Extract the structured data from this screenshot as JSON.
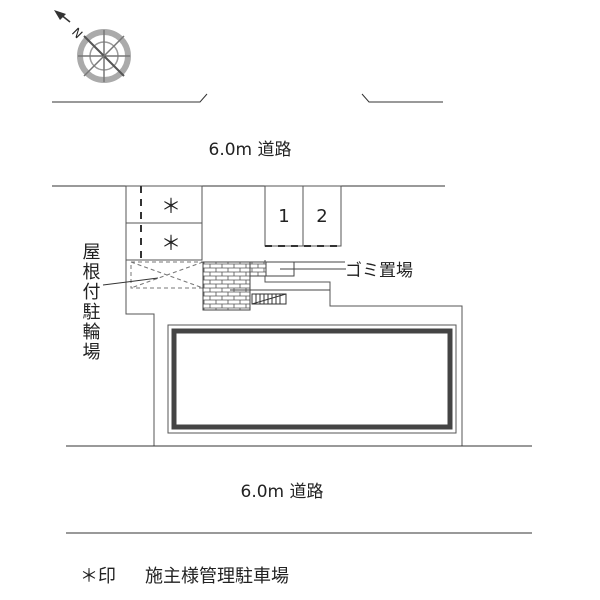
{
  "compass": {
    "north_label": "N",
    "icon": "compass-rose-icon"
  },
  "roads": {
    "top_label": "6.0m 道路",
    "bottom_label": "6.0m 道路"
  },
  "parking": {
    "spots": [
      "1",
      "2"
    ],
    "owner_spot_mark": "＊"
  },
  "labels": {
    "garbage": "ゴミ置場",
    "bike_parking": "屋根付駐輪場"
  },
  "legend": {
    "mark": "＊印",
    "text": "施主様管理駐車場"
  }
}
